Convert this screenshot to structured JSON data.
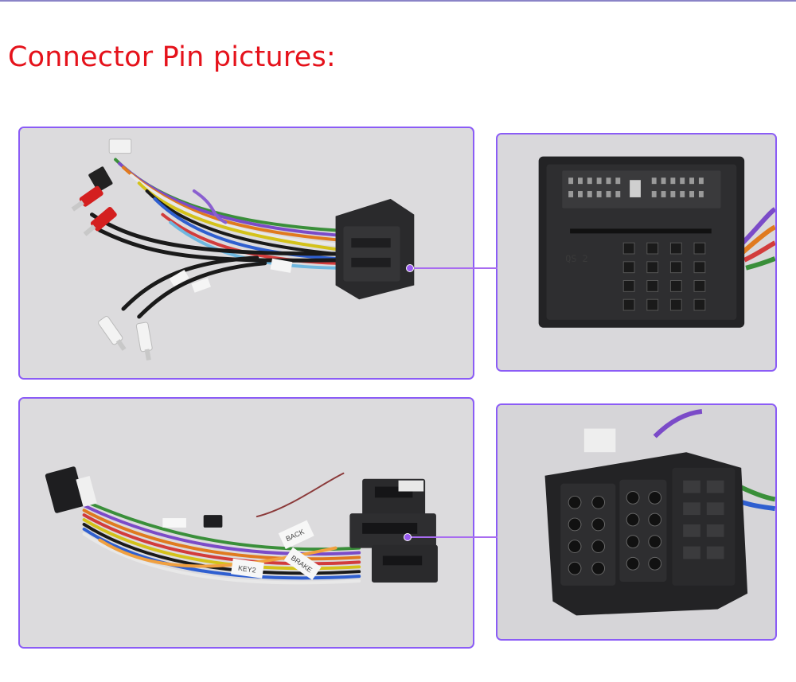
{
  "title": "Connector Pin pictures:",
  "labels": {
    "key2": "KEY2",
    "brake": "BRAKE",
    "back": "BACK",
    "mold_mark": "QS 2"
  },
  "colors": {
    "title": "#e5121b",
    "frame": "#8b5cf6",
    "pointer": "#a86cf0",
    "panel_bg": "#dcdbdd"
  },
  "icons": [
    "wiring-harness-quadlock",
    "quadlock-connector-face",
    "wiring-harness-iso",
    "iso-connector-face"
  ]
}
